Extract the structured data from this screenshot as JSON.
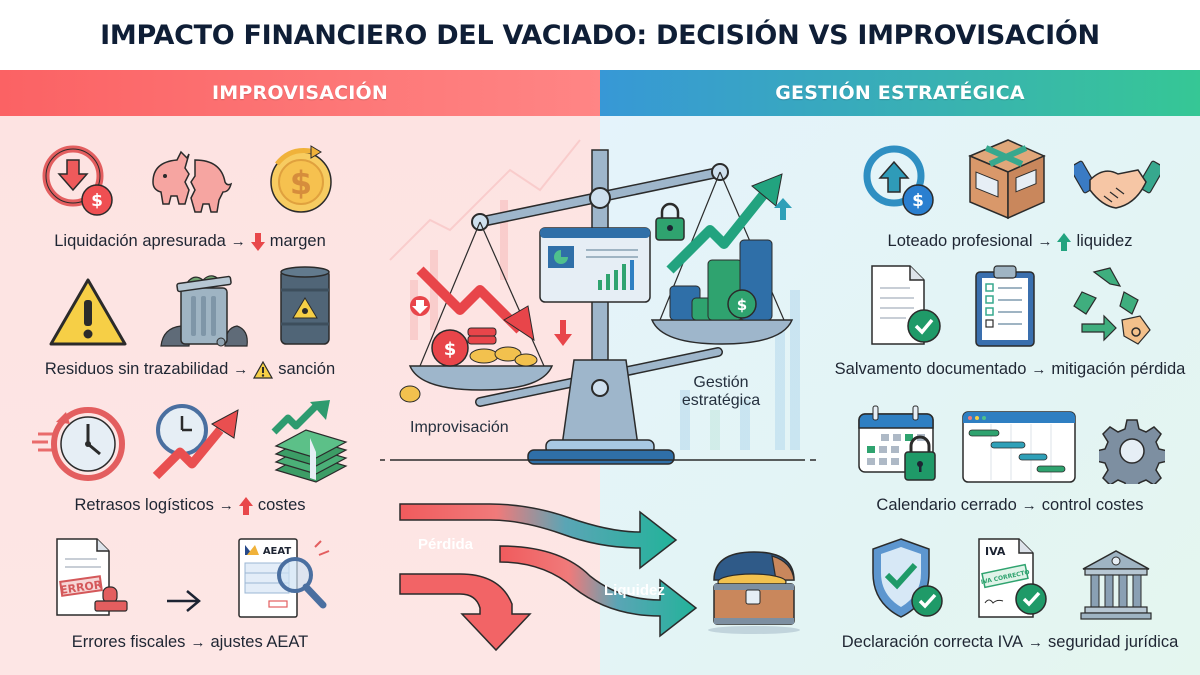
{
  "title": "IMPACTO FINANCIERO DEL VACIADO: DECISIÓN VS IMPROVISACIÓN",
  "banners": {
    "left": "IMPROVISACIÓN",
    "right": "GESTIÓN ESTRATÉGICA"
  },
  "colors": {
    "left_accent": "#fb6264",
    "right_accent_start": "#3798d6",
    "right_accent_end": "#36c795",
    "left_bg": "#fde4e3",
    "right_bg": "#e3f4f7",
    "title": "#0f1e36"
  },
  "left_items": [
    {
      "icons": [
        "down-arrow-dollar-icon",
        "broken-piggy-bank-icon",
        "circular-dollar-coin-icon"
      ],
      "text_before": "Liquidación apresurada",
      "arrow": "→",
      "indicator": "down-arrow-red",
      "text_after": "margen"
    },
    {
      "icons": [
        "warning-triangle-icon",
        "overflowing-trash-bin-icon",
        "hazardous-barrel-icon"
      ],
      "text_before": "Residuos sin trazabilidad",
      "arrow": "→",
      "indicator": "warning-triangle-small",
      "text_after": "sanción"
    },
    {
      "icons": [
        "rewind-clock-icon",
        "clock-rising-arrow-icon",
        "money-stack-rising-icon"
      ],
      "text_before": "Retrasos logísticos",
      "arrow": "→",
      "indicator": "up-arrow-red",
      "text_after": "costes"
    },
    {
      "icons": [
        "error-stamped-document-icon",
        "arrow-right-icon",
        "aeat-document-magnifier-icon"
      ],
      "text_before": "Errores fiscales",
      "arrow": "→",
      "indicator": "",
      "text_after": "ajustes AEAT",
      "doc_stamp": "ERROR",
      "doc_header": "AEAT"
    }
  ],
  "right_items": [
    {
      "icons": [
        "up-arrow-dollar-icon",
        "packaged-box-icon",
        "handshake-icon"
      ],
      "text_before": "Loteado profesional",
      "arrow": "→",
      "indicator": "up-arrow-green",
      "text_after": "liquidez"
    },
    {
      "icons": [
        "document-checked-icon",
        "checklist-clipboard-icon",
        "recycle-tag-icon"
      ],
      "text_before": "Salvamento documentado",
      "arrow": "→",
      "indicator": "",
      "text_after": "mitigación pérdida"
    },
    {
      "icons": [
        "locked-calendar-icon",
        "gantt-chart-window-icon",
        "gear-icon"
      ],
      "text_before": "Calendario cerrado",
      "arrow": "→",
      "indicator": "",
      "text_after": "control costes"
    },
    {
      "icons": [
        "shield-check-icon",
        "iva-document-check-icon",
        "courthouse-icon"
      ],
      "text_before": "Declaración correcta IVA",
      "arrow": "→",
      "indicator": "",
      "text_after": "seguridad jurídica",
      "doc_header": "IVA",
      "doc_stamp": "IVA CORRECTO"
    }
  ],
  "center": {
    "scale_left_label": "Improvisación",
    "scale_right_label_line1": "Gestión",
    "scale_right_label_line2": "estratégica",
    "flow_loss_label": "Pérdida",
    "flow_liquidity_label": "Liquidez"
  }
}
